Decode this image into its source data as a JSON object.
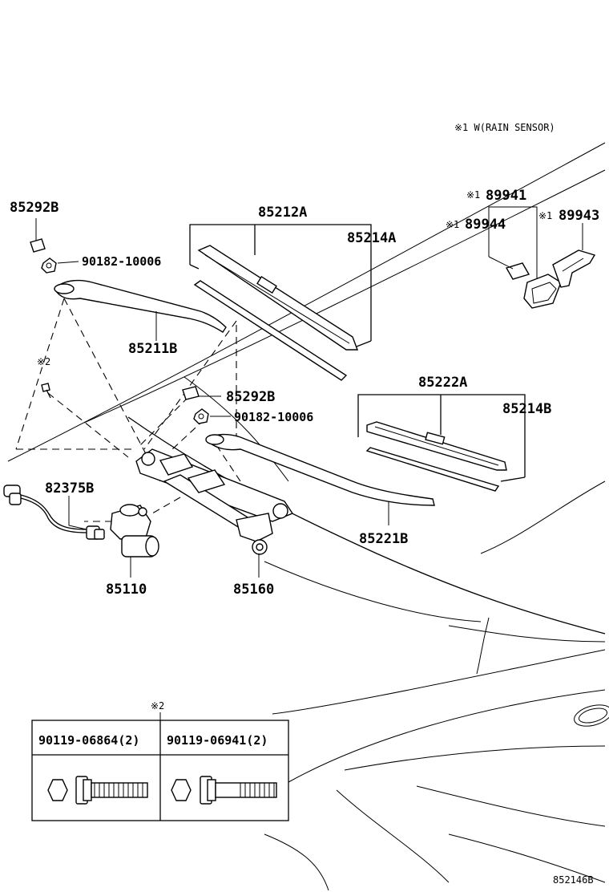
{
  "header_note": "※1 W(RAIN SENSOR)",
  "parts": {
    "p85292B_top": "85292B",
    "p90182_top": "90182-10006",
    "p85211B": "85211B",
    "p85212A": "85212A",
    "p85214A": "85214A",
    "ref2_small": "※2",
    "p85292B_mid": "85292B",
    "p90182_mid": "90182-10006",
    "p85222A": "85222A",
    "p85214B": "85214B",
    "p82375B": "82375B",
    "p85221B": "85221B",
    "p85110": "85110",
    "p85160": "85160",
    "p89941": "89941",
    "p89944": "89944",
    "p89943": "89943",
    "ref1_a": "※1",
    "ref1_b": "※1",
    "ref1_c": "※1"
  },
  "bolt_table": {
    "ref": "※2",
    "col1": "90119-06864(2)",
    "col2": "90119-06941(2)"
  },
  "diagram_id": "852146B"
}
